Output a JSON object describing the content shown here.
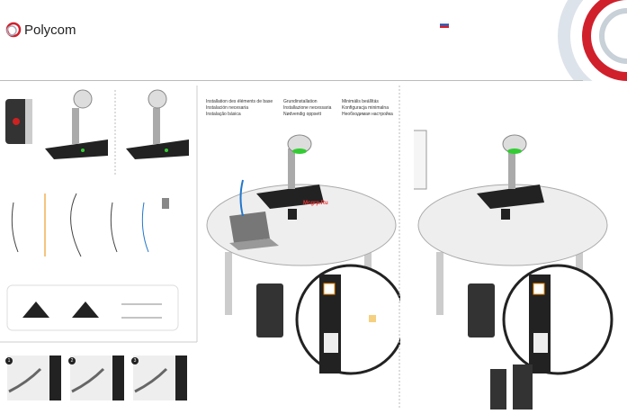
{
  "header": {
    "brand": "Polycom",
    "flag": "russian-flag",
    "accent": "#d0202c"
  },
  "setup_titles": {
    "col1": [
      "Installation des éléments de base",
      "Instalación necesaria",
      "Instalação básica"
    ],
    "col2": [
      "Grundinstallation",
      "Installazione necessaria",
      "Nødvendig oppsett"
    ],
    "col3": [
      "Minimális beállítás",
      "Konfiguracja minimalna",
      "Необходимая настройка"
    ]
  },
  "watermark": "Mcgrp.Ru",
  "steps": [
    "1",
    "2",
    "3"
  ]
}
